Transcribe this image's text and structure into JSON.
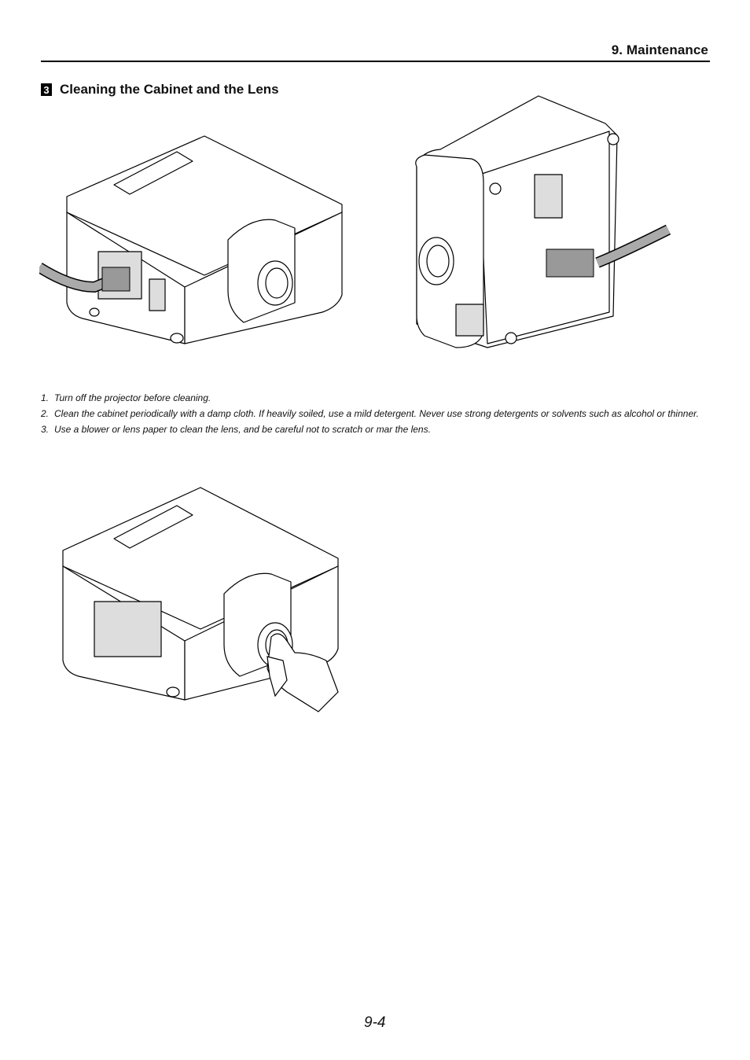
{
  "header": {
    "chapter_title": "9. Maintenance"
  },
  "section": {
    "number": "3",
    "title": "Cleaning the Cabinet and the Lens"
  },
  "steps": [
    {
      "number": "1.",
      "text": "Turn off the projector before cleaning."
    },
    {
      "number": "2.",
      "text": "Clean the cabinet periodically with a damp cloth. If heavily soiled, use a mild detergent. Never use strong detergents or solvents such as alcohol or thinner."
    },
    {
      "number": "3.",
      "text": "Use a blower or lens paper to clean the lens, and be careful not to scratch or mar the lens."
    }
  ],
  "footer": {
    "page_number": "9-4"
  }
}
